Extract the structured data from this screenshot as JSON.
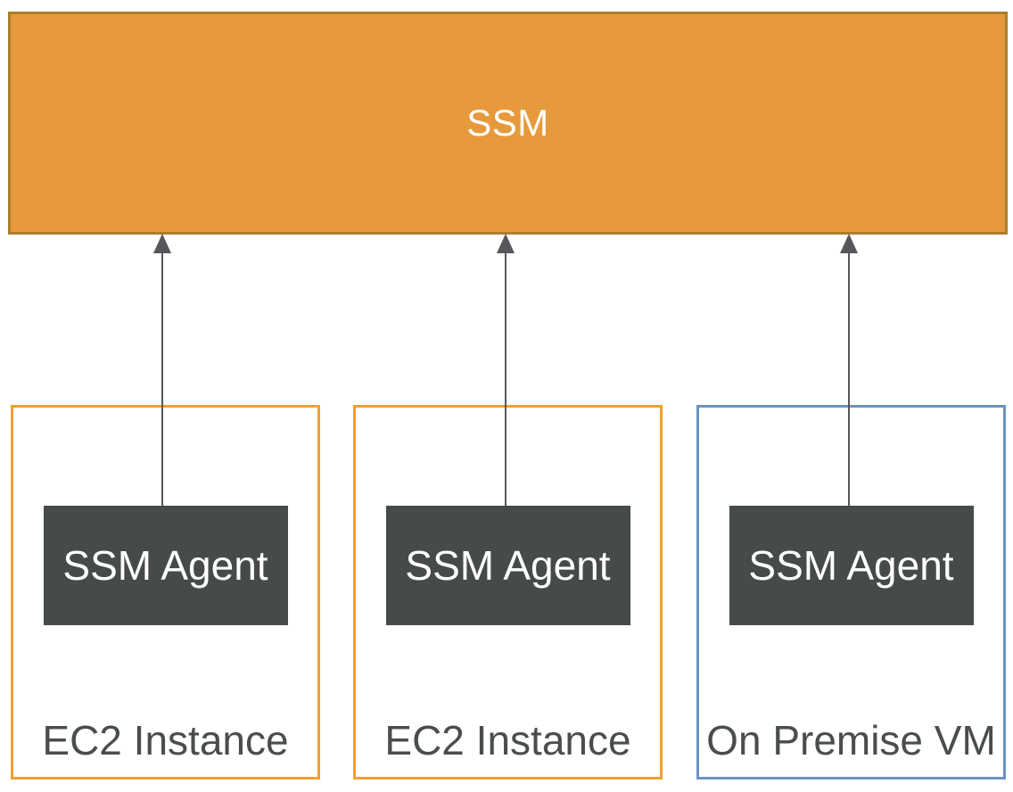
{
  "diagram": {
    "service": {
      "label": "SSM"
    },
    "nodes": [
      {
        "label": "EC2 Instance",
        "agent_label": "SSM Agent",
        "kind": "ec2"
      },
      {
        "label": "EC2 Instance",
        "agent_label": "SSM Agent",
        "kind": "ec2"
      },
      {
        "label": "On Premise VM",
        "agent_label": "SSM Agent",
        "kind": "on-premise"
      }
    ],
    "connections": [
      {
        "from": "ssm-agent-1",
        "to": "SSM",
        "direction": "up"
      },
      {
        "from": "ssm-agent-2",
        "to": "SSM",
        "direction": "up"
      },
      {
        "from": "ssm-agent-3",
        "to": "SSM",
        "direction": "up"
      }
    ]
  },
  "colors": {
    "ssm_fill": "#E79A3C",
    "ssm_border": "#AE7D2B",
    "ssm_text": "#FFFFFF",
    "ec2_border": "#F0A030",
    "onprem_border": "#6B93C7",
    "agent_fill": "#474A4B",
    "agent_text": "#FFFFFF",
    "node_label_text": "#4A4D4E",
    "arrow": "#55575A"
  }
}
